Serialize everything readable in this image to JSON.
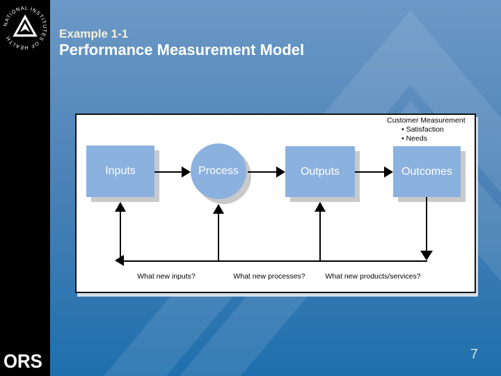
{
  "header": {
    "eyebrow": "Example 1-1",
    "title": "Performance Measurement Model"
  },
  "logos": {
    "nih_ring_text": "NATIONAL INSTITUTES OF HEALTH",
    "ors_label": "ORS"
  },
  "diagram": {
    "customer_measurement": {
      "title": "Customer Measurement",
      "bullets": [
        "Satisfaction",
        "Needs"
      ]
    },
    "shapes": [
      {
        "label": "Inputs"
      },
      {
        "label": "Process"
      },
      {
        "label": "Outputs"
      },
      {
        "label": "Outcomes"
      }
    ],
    "feedback_questions": [
      "What new inputs?",
      "What new processes?",
      "What new products/services?"
    ]
  },
  "footer": {
    "page_number": "7"
  },
  "colors": {
    "background_top": "#6C99C6",
    "background_bottom": "#1E6FAD",
    "shape_fill": "#8BB1DE",
    "shape_shadow": "#C9C9C9",
    "eyebrow_text": "#F5EFD9",
    "title_text": "#FFFFFF",
    "strip": "#000000"
  }
}
